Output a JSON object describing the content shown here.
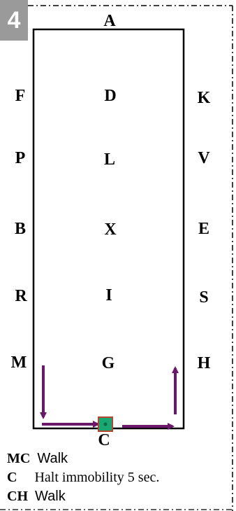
{
  "test_number": "4",
  "colors": {
    "badge_bg": "#9a9a9a",
    "arrow": "#6a1868",
    "halt_fill": "#19a774",
    "halt_border": "#b4452f",
    "arena_border": "#000000"
  },
  "arena_letters": {
    "A": "A",
    "D": "D",
    "L": "L",
    "X": "X",
    "I": "I",
    "G": "G",
    "C": "C",
    "F": "F",
    "P": "P",
    "B": "B",
    "R": "R",
    "M": "M",
    "K": "K",
    "V": "V",
    "E": "E",
    "S": "S",
    "H": "H"
  },
  "route": {
    "arrows": [
      "M to C (down then right)",
      "C to H (right then up)"
    ],
    "halt_marker": "C"
  },
  "legend": [
    {
      "code": "MC",
      "text": "Walk"
    },
    {
      "code": "C",
      "text": "Halt immobility 5 sec."
    },
    {
      "code": "CH",
      "text": "Walk"
    }
  ]
}
